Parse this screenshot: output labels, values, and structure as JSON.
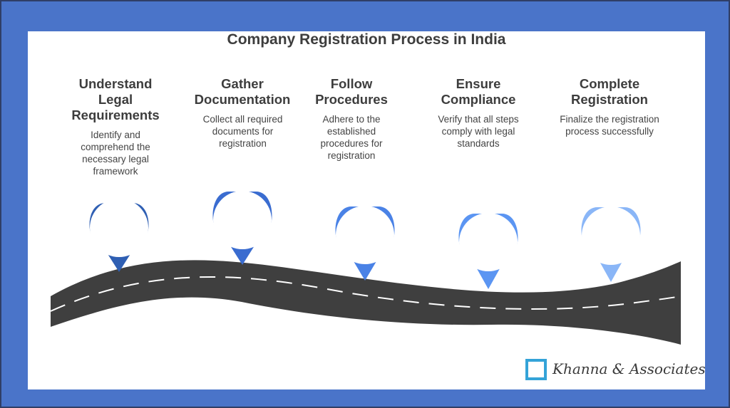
{
  "title": "Company Registration Process in India",
  "steps": [
    {
      "title": "Understand Legal Requirements",
      "description": "Identify and comprehend the necessary legal framework",
      "color": "#2f5fb3"
    },
    {
      "title": "Gather Documentation",
      "description": "Collect all required documents for registration",
      "color": "#3a6cd0"
    },
    {
      "title": "Follow Procedures",
      "description": "Adhere to the established procedures for registration",
      "color": "#4a82e6"
    },
    {
      "title": "Ensure Compliance",
      "description": "Verify that all steps comply with legal standards",
      "color": "#5b95f2"
    },
    {
      "title": "Complete Registration",
      "description": "Finalize the registration process successfully",
      "color": "#8ab6f7"
    }
  ],
  "logo": {
    "text": "Khanna & Associates"
  },
  "colors": {
    "frame": "#4a74c9",
    "road": "#3f3f3f",
    "road_dash": "#ffffff",
    "logo_box": "#34a3d8"
  }
}
